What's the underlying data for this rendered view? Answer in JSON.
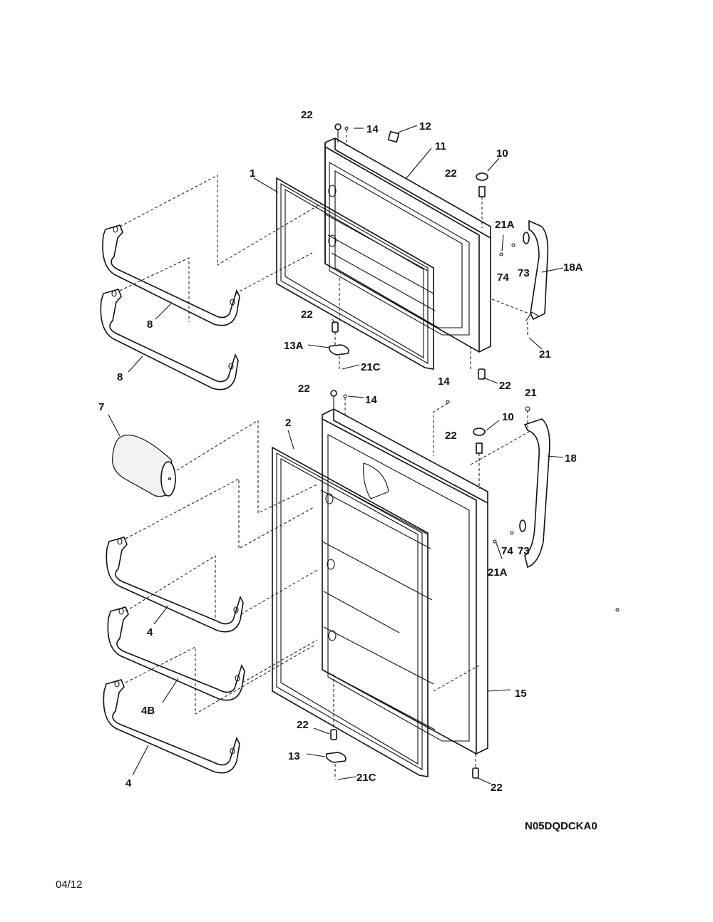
{
  "callouts": {
    "c22a": "22",
    "c14a": "14",
    "c12": "12",
    "c11": "11",
    "c10a": "10",
    "c22b": "22",
    "c1": "1",
    "c21Aa": "21A",
    "c74a": "74",
    "c73a": "73",
    "c18A": "18A",
    "c22c": "22",
    "c13A": "13A",
    "c21Ca": "21C",
    "c21a": "21",
    "c22d": "22",
    "c8a": "8",
    "c8b": "8",
    "c22e": "22",
    "c14b": "14",
    "c14c": "14",
    "c21b": "21",
    "c10b": "10",
    "c22f": "22",
    "c18": "18",
    "c7": "7",
    "c2": "2",
    "c74b": "74",
    "c73b": "73",
    "c21Ab": "21A",
    "c15": "15",
    "c4a": "4",
    "c4B": "4B",
    "c4b": "4",
    "c22g": "22",
    "c13": "13",
    "c21Cb": "21C",
    "c22h": "22"
  },
  "model_code": "N05DQDCKA0",
  "date_code": "04/12"
}
